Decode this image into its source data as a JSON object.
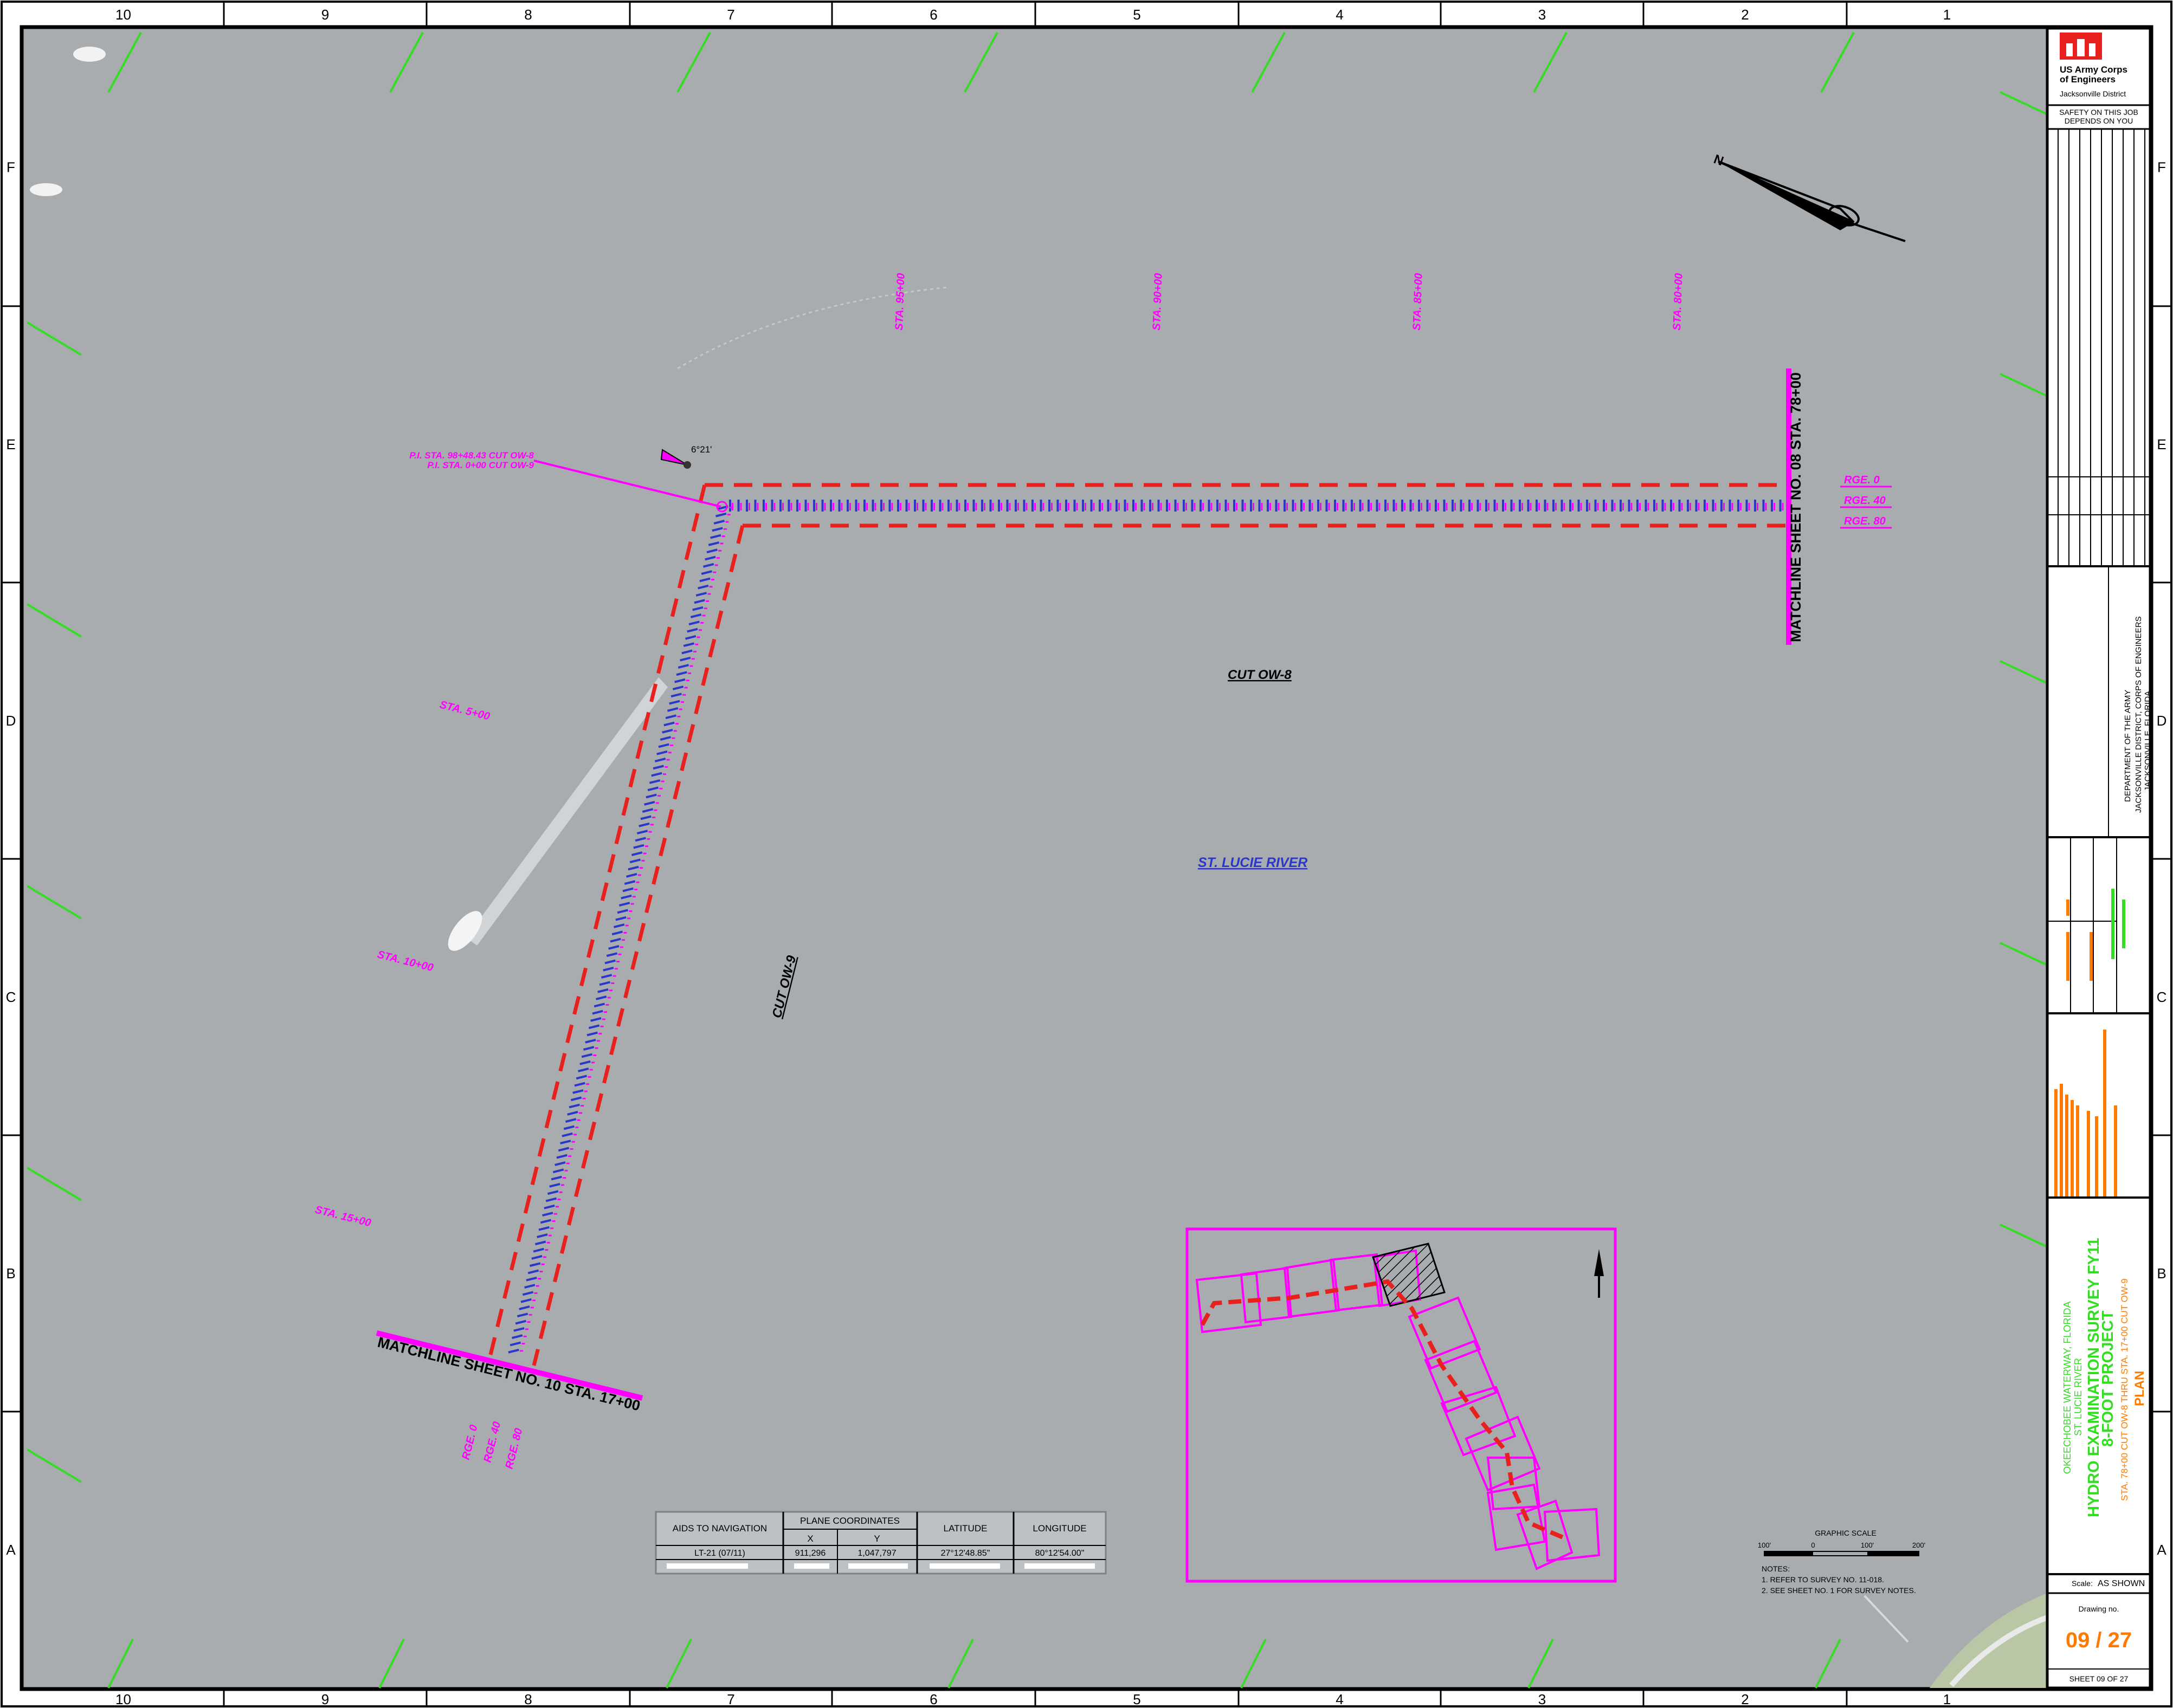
{
  "border": {
    "columns": [
      "10",
      "9",
      "8",
      "7",
      "6",
      "5",
      "4",
      "3",
      "2",
      "1"
    ],
    "rows": [
      "F",
      "E",
      "D",
      "C",
      "B",
      "A"
    ]
  },
  "map": {
    "pi_label_1": "P.I. STA. 98+48.43 CUT OW-8",
    "pi_label_2": "P.I. STA. 0+00 CUT OW-9",
    "deflection": "6°21'",
    "cut_ow8": "CUT OW-8",
    "cut_ow9": "CUT OW-9",
    "river": "ST. LUCIE RIVER",
    "matchline_right": "MATCHLINE SHEET NO. 08 STA. 78+00",
    "matchline_bottom": "MATCHLINE SHEET NO. 10 STA. 17+00",
    "sta_top": [
      "STA. 95+00",
      "STA. 90+00",
      "STA. 85+00",
      "STA. 80+00"
    ],
    "sta_left": [
      "STA. 5+00",
      "STA. 10+00",
      "STA. 15+00"
    ],
    "rge_right": [
      "RGE. 0",
      "RGE. 40",
      "RGE. 80"
    ],
    "rge_bottom": [
      "RGE. 0",
      "RGE. 40",
      "RGE. 80"
    ]
  },
  "aids_table": {
    "headers": [
      "AIDS TO NAVIGATION",
      "PLANE COORDINATES",
      "LATITUDE",
      "LONGITUDE"
    ],
    "sub_headers": [
      "X",
      "Y"
    ],
    "row": [
      "LT-21 (07/11)",
      "911,296",
      "1,047,797",
      "27°12'48.85\"",
      "80°12'54.00\""
    ]
  },
  "scale": {
    "title": "GRAPHIC SCALE",
    "ticks": [
      "100'",
      "0",
      "100'",
      "200'"
    ],
    "notes_title": "NOTES:",
    "notes": [
      "1. REFER TO SURVEY NO. 11-018.",
      "2. SEE SHEET NO. 1 FOR SURVEY NOTES."
    ]
  },
  "title_block": {
    "org": [
      "US Army Corps",
      "of Engineers",
      "Jacksonville District"
    ],
    "safety": [
      "SAFETY ON THIS JOB",
      "DEPENDS ON YOU"
    ],
    "dept": [
      "DEPARTMENT OF THE ARMY",
      "JACKSONVILLE DISTRICT, CORPS OF ENGINEERS",
      "JACKSONVILLE, FLORIDA"
    ],
    "project_lines": [
      "OKEECHOBEE WATERWAY, FLORIDA",
      "ST. LUCIE RIVER"
    ],
    "main_title": [
      "HYDRO EXAMINATION SURVEY FY11",
      "8-FOOT PROJECT"
    ],
    "sub_title": "STA. 78+00 CUT OW-8 THRU STA. 17+00 CUT OW-9",
    "plan": "PLAN",
    "scale_label": "Scale:",
    "scale_value": "AS SHOWN",
    "drawing_label": "Drawing no.",
    "drawing_no": "09 / 27",
    "sheet": "SHEET  09  OF  27"
  },
  "colors": {
    "water": "#a9acaf",
    "channel": "#e8211f",
    "magenta": "#ff00ff",
    "soundings": "#2a37c8",
    "green": "#33dd22",
    "orange": "#ff7a00",
    "usace_red": "#e8211f"
  }
}
